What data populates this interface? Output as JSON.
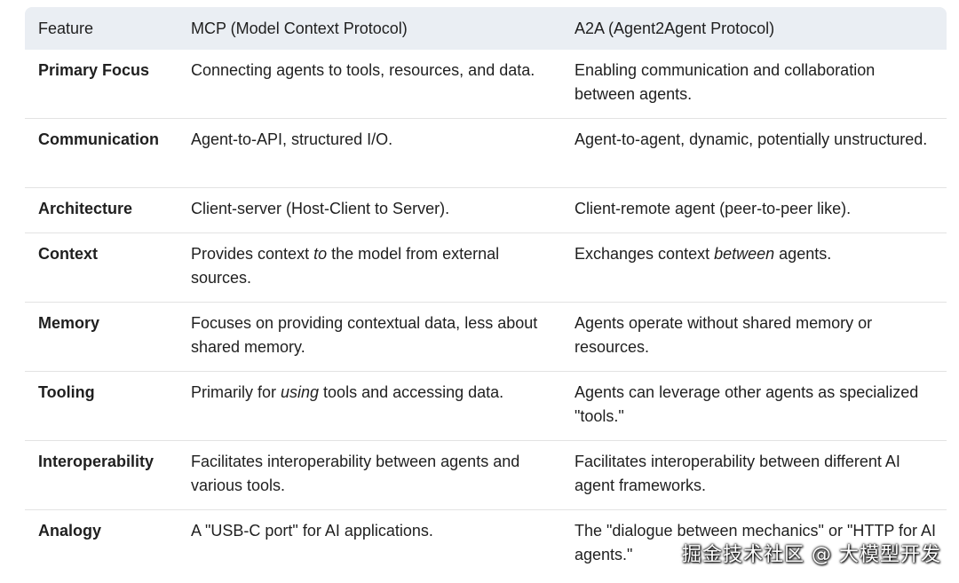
{
  "table": {
    "headers": [
      "Feature",
      "MCP (Model Context Protocol)",
      "A2A (Agent2Agent Protocol)"
    ],
    "rows": [
      {
        "feature": "Primary Focus",
        "mcp": [
          "Connecting agents to tools, resources, and data."
        ],
        "a2a": [
          "Enabling communication and collaboration between agents."
        ]
      },
      {
        "feature": "Communication",
        "mcp": [
          "Agent-to-API, structured I/O."
        ],
        "a2a": [
          "Agent-to-agent, dynamic, potentially unstructured."
        ]
      },
      {
        "feature": "Architecture",
        "mcp": [
          "Client-server (Host-Client to Server)."
        ],
        "a2a": [
          "Client-remote agent (peer-to-peer like)."
        ]
      },
      {
        "feature": "Context",
        "mcp": [
          "Provides context ",
          "to",
          " the model from external sources."
        ],
        "a2a": [
          "Exchanges context ",
          "between",
          " agents."
        ]
      },
      {
        "feature": "Memory",
        "mcp": [
          "Focuses on providing contextual data, less about shared memory."
        ],
        "a2a": [
          "Agents operate without shared memory or resources."
        ]
      },
      {
        "feature": "Tooling",
        "mcp": [
          "Primarily for ",
          "using",
          " tools and accessing data."
        ],
        "a2a": [
          "Agents can leverage other agents as specialized \"tools.\""
        ]
      },
      {
        "feature": "Interoperability",
        "mcp": [
          "Facilitates interoperability between agents and various tools."
        ],
        "a2a": [
          "Facilitates interoperability between different AI agent frameworks."
        ]
      },
      {
        "feature": "Analogy",
        "mcp": [
          "A \"USB-C port\" for AI applications."
        ],
        "a2a": [
          "The \"dialogue between mechanics\" or \"HTTP for AI agents.\""
        ]
      }
    ]
  },
  "watermark": "掘金技术社区 @ 大模型开发",
  "colors": {
    "header_bg": "#eaeef3",
    "row_divider": "#e3e3e3",
    "text": "#1f1f1f"
  }
}
